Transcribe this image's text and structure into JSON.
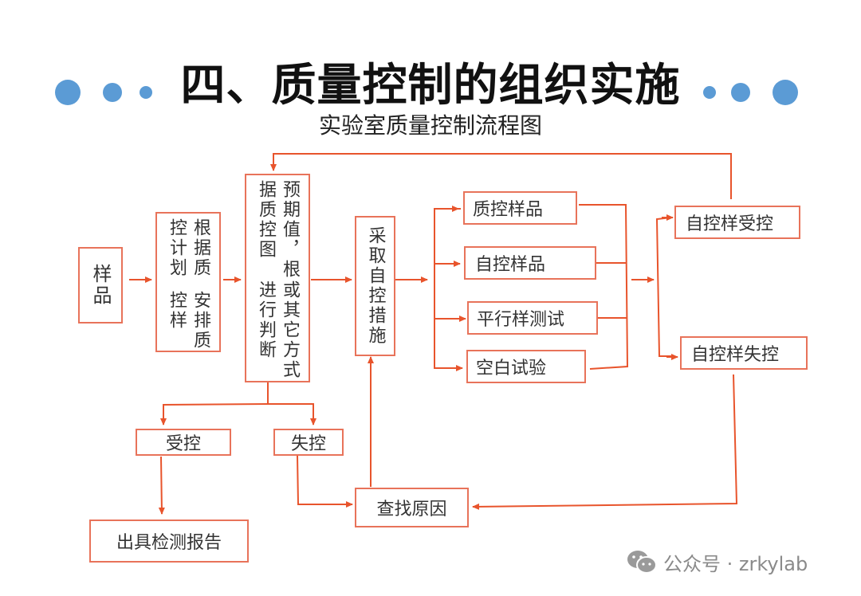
{
  "header": {
    "title": "四、质量控制的组织实施",
    "subtitle": "实验室质量控制流程图",
    "accent_color": "#5b9bd5"
  },
  "flowchart": {
    "line_color": "#e8542c",
    "nodes": {
      "sample": "样品",
      "plan": "根据质控计划 安排质控样",
      "plan_col1": "根据质控计划",
      "plan_col2": "安排质控样",
      "judge_col1": "预期值，根据质控图",
      "judge_col2": "或其它方式进行判断",
      "measures": "采取自控措施",
      "qc_sample": "质控样品",
      "self_sample": "自控样品",
      "parallel_test": "平行样测试",
      "blank_test": "空白试验",
      "self_in_control": "自控样受控",
      "self_out_control": "自控样失控",
      "in_control": "受控",
      "out_control": "失控",
      "report": "出具检测报告",
      "find_cause": "查找原因"
    }
  },
  "watermark": {
    "icon": "wechat-icon",
    "text": "公众号 · zrkylab"
  }
}
